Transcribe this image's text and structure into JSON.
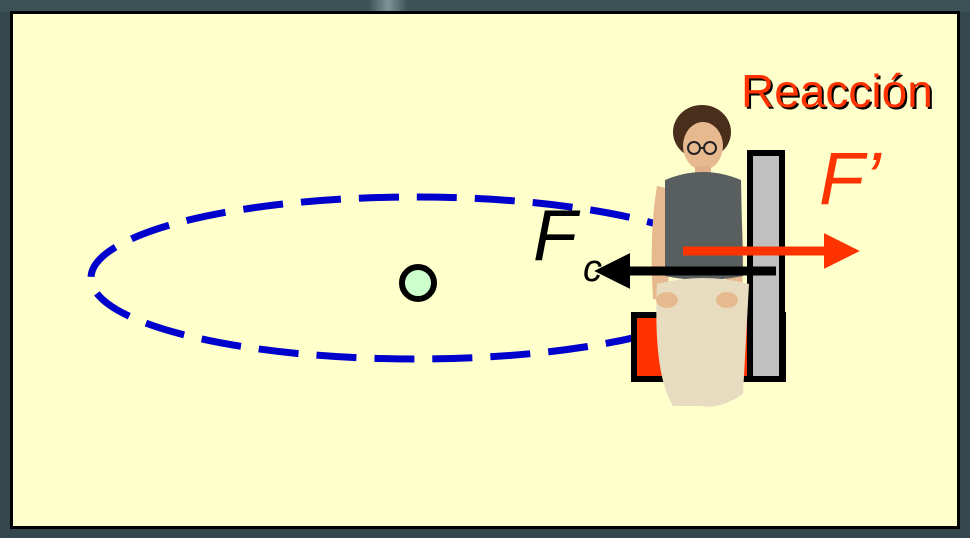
{
  "labels": {
    "reaction": "Reacción",
    "reaction_force": "F’",
    "centripetal_force_symbol": "F",
    "centripetal_force_subscript": "c"
  },
  "colors": {
    "background": "#ffffcc",
    "orbit": "#0000cc",
    "center_point": "#ccffcc",
    "reaction_arrow": "#ff3300",
    "centripetal_arrow": "#000000",
    "seat_wall": "#c0c0c0",
    "seat_base": "#ff3300"
  },
  "icons": {
    "person": "seated-woman-figure"
  }
}
